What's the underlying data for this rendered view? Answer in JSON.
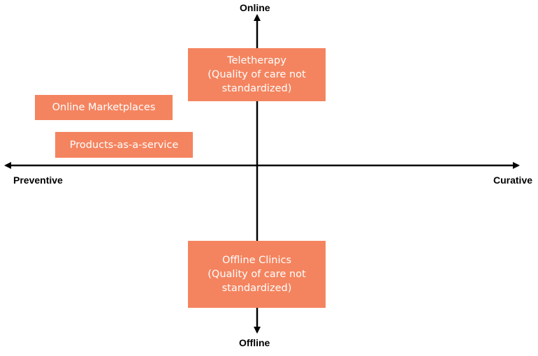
{
  "axes": {
    "top_label": "Online",
    "bottom_label": "Offline",
    "left_label": "Preventive",
    "right_label": "Curative"
  },
  "boxes": {
    "teletherapy": {
      "lines": [
        "Teletherapy",
        "(Quality of care not",
        "standardized)"
      ]
    },
    "online_marketplaces": {
      "lines": [
        "Online Marketplaces"
      ]
    },
    "products_as_a_service": {
      "lines": [
        "Products-as-a-service"
      ]
    },
    "offline_clinics": {
      "lines": [
        "Offline Clinics",
        "(Quality of care not",
        "standardized)"
      ]
    }
  },
  "colors": {
    "box_fill": "#f4845f",
    "box_text": "#ffffff",
    "axis": "#000000"
  }
}
